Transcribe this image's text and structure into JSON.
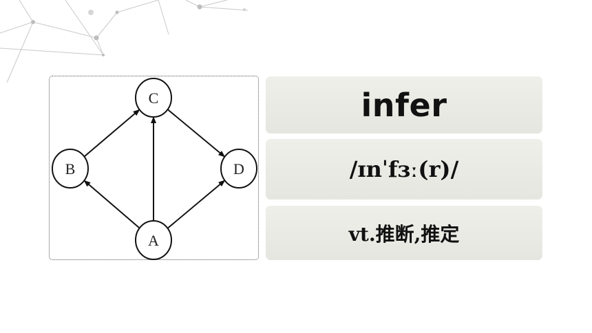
{
  "graph": {
    "nodes": [
      {
        "id": "C",
        "label": "C"
      },
      {
        "id": "B",
        "label": "B"
      },
      {
        "id": "D",
        "label": "D"
      },
      {
        "id": "A",
        "label": "A"
      }
    ],
    "edges": [
      {
        "from": "B",
        "to": "C"
      },
      {
        "from": "A",
        "to": "B"
      },
      {
        "from": "A",
        "to": "C"
      },
      {
        "from": "A",
        "to": "D"
      },
      {
        "from": "C",
        "to": "D"
      }
    ]
  },
  "vocab": {
    "word": "infer",
    "phonetic": "/ɪnˈfɜː(r)/",
    "definition": "vt.推断,推定"
  }
}
